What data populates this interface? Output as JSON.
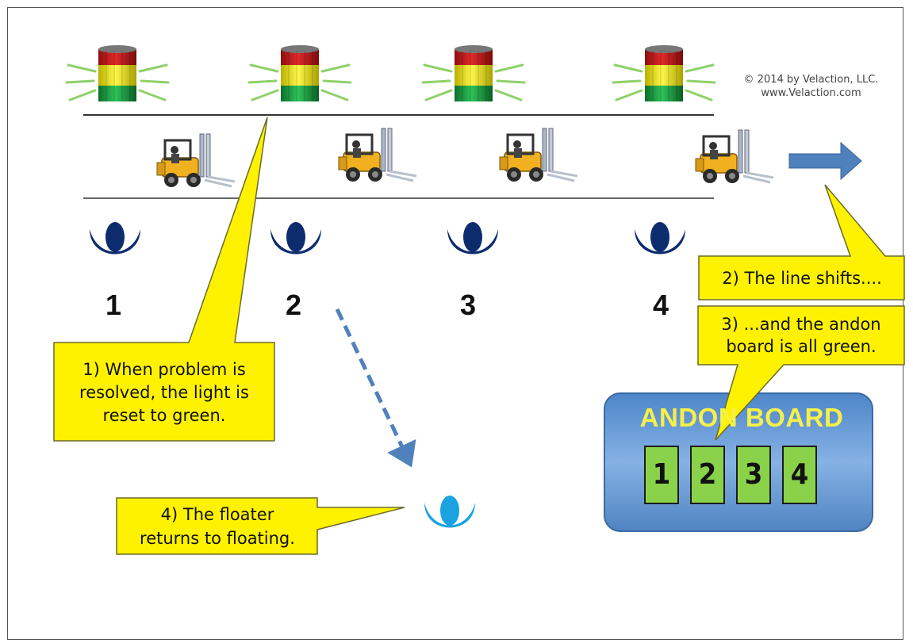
{
  "credit": {
    "line1": "© 2014  by Velaction, LLC.",
    "line2": "www.Velaction.com"
  },
  "stations": [
    {
      "number": "1",
      "light": "green"
    },
    {
      "number": "2",
      "light": "green"
    },
    {
      "number": "3",
      "light": "green"
    },
    {
      "number": "4",
      "light": "green"
    }
  ],
  "callouts": {
    "reset": [
      "1) When problem is",
      "resolved, the light is",
      "reset to green."
    ],
    "shift": "2) The line shifts....",
    "andon": [
      "3) ...and the andon",
      "board is all green."
    ],
    "floater": [
      "4) The floater",
      "returns to floating."
    ]
  },
  "andon_board": {
    "title": "ANDON BOARD",
    "cells": [
      "1",
      "2",
      "3",
      "4"
    ]
  },
  "colors": {
    "light_red": "#d81e1e",
    "light_yellow": "#f2ec1a",
    "light_green": "#1a9a3a",
    "glow": "#8fd06a",
    "callout_fill": "#fff200",
    "operator": "#0d2c6e",
    "floater": "#1aa3e0",
    "arrow": "#4f81bd",
    "board": "#6d9fd6",
    "cell": "#8ad24a"
  }
}
